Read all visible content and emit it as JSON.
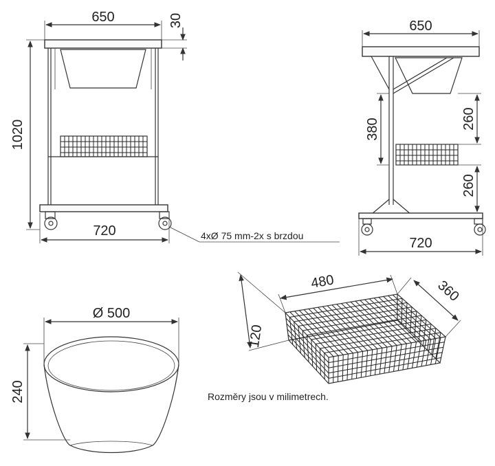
{
  "front_view": {
    "width_top": "650",
    "top_thickness": "30",
    "height": "1020",
    "width_bottom": "720",
    "caster_note": "4xØ 75 mm-2x s brzdou"
  },
  "side_view": {
    "width_top": "650",
    "basket_height_upper": "260",
    "basket_position": "380",
    "basket_height_lower": "260",
    "width_bottom": "720"
  },
  "basket_detail": {
    "length": "480",
    "width": "360",
    "height": "120"
  },
  "bowl_detail": {
    "diameter": "Ø 500",
    "height": "240"
  },
  "units_note": "Rozměry jsou v milimetrech."
}
